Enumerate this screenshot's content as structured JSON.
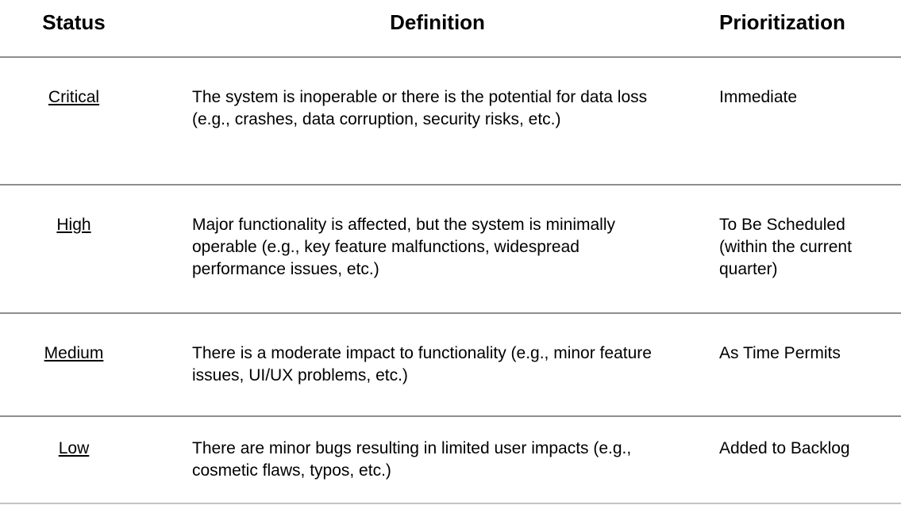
{
  "table": {
    "columns": [
      "Status",
      "Definition",
      "Prioritization"
    ],
    "rows": [
      {
        "status": "Critical",
        "definition": "The system is inoperable or there is the potential for data loss (e.g., crashes, data corruption, security risks, etc.)",
        "prioritization": "Immediate"
      },
      {
        "status": "High",
        "definition": "Major functionality is affected, but the system is minimally operable (e.g., key feature malfunctions, widespread performance issues, etc.)",
        "prioritization": "To Be Scheduled (within the current quarter)"
      },
      {
        "status": "Medium",
        "definition": "There is a moderate impact to functionality (e.g., minor feature issues, UI/UX problems, etc.)",
        "prioritization": "As Time Permits"
      },
      {
        "status": "Low",
        "definition": "There are minor bugs resulting in limited user impacts (e.g., cosmetic flaws, typos, etc.)",
        "prioritization": "Added to Backlog"
      }
    ],
    "colors": {
      "text": "#000000",
      "row_divider": "#8e8e8e",
      "bottom_divider": "#c4c4c4",
      "background": "#ffffff"
    }
  }
}
